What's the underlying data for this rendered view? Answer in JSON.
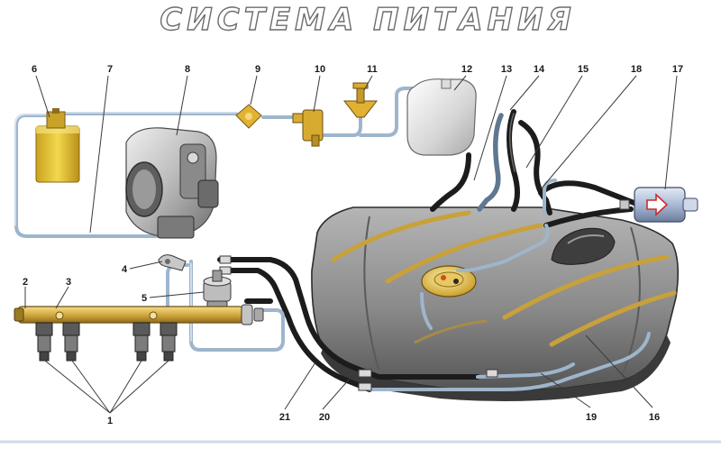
{
  "title": "СИСТЕМА   ПИТАНИЯ",
  "callouts": {
    "n1": "1",
    "n2": "2",
    "n3": "3",
    "n4": "4",
    "n5": "5",
    "n6": "6",
    "n7": "7",
    "n8": "8",
    "n9": "9",
    "n10": "10",
    "n11": "11",
    "n12": "12",
    "n13": "13",
    "n14": "14",
    "n15": "15",
    "n16": "16",
    "n17": "17",
    "n18": "18",
    "n19": "19",
    "n20": "20",
    "n21": "21"
  },
  "colors": {
    "tank": "#8d8d8d",
    "tank_stripe": "#c8a13a",
    "rail": "#d6b24a",
    "canister": "#e4c23a",
    "steel_pipe": "#9eb5cc",
    "rubber_hose": "#1c1c1c",
    "filter": "#a9b9d6",
    "filter_arrow": "#cc2a2a"
  }
}
